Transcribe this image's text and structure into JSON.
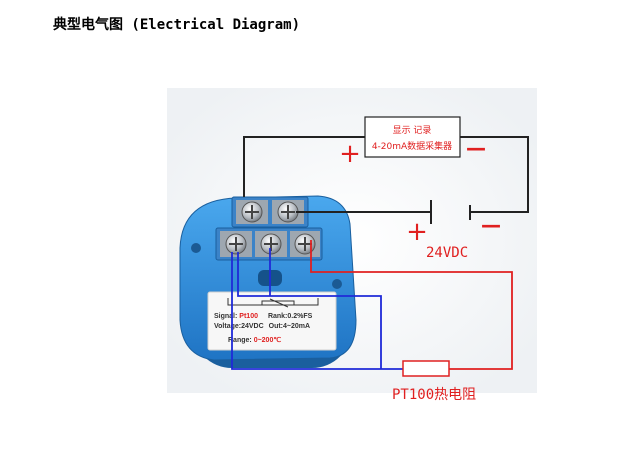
{
  "title": "典型电气图 (Electrical Diagram)",
  "recorder": {
    "line1": "显示 记录",
    "line2": "4-20mA数据采集器",
    "plus": "+",
    "minus": "—"
  },
  "supply": {
    "plus": "+",
    "minus": "—",
    "label": "24VDC"
  },
  "sensor_label": "PT100热电阻",
  "transmitter_label": {
    "signal_key": "Signal:",
    "signal_val": "Pt100",
    "rank": "Rank:0.2%FS",
    "voltage": "Voltage:24VDC",
    "output": "Out:4~20mA",
    "range_key": "Range:",
    "range_val": "0~200℃"
  },
  "colors": {
    "wire_black": "#222222",
    "wire_red": "#e02020",
    "wire_blue": "#1f2ad8",
    "housing_blue": "#2f8fd8",
    "label_red": "#e02020"
  }
}
